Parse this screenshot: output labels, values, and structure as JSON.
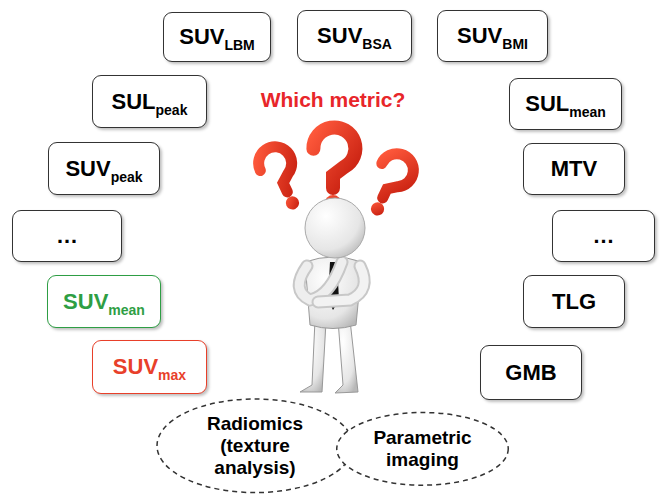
{
  "diagram": {
    "nodes": [
      {
        "text": [
          "SUV",
          "LBM"
        ]
      },
      {
        "text": [
          "SUV",
          "BSA"
        ]
      },
      {
        "text": [
          "SUV",
          "BMI"
        ]
      },
      {
        "text": [
          "SUL",
          "peak"
        ]
      },
      {
        "text": [
          "SUL",
          "mean"
        ]
      },
      {
        "text": [
          "SUV",
          "peak"
        ]
      },
      {
        "text": [
          "MTV"
        ]
      },
      {
        "text": [
          "…"
        ]
      },
      {
        "text": [
          "…"
        ]
      },
      {
        "text": [
          "SUV",
          "mean"
        ]
      },
      {
        "text": [
          "TLG"
        ]
      },
      {
        "text": [
          "SUV",
          "max"
        ]
      },
      {
        "text": [
          "GMB"
        ]
      },
      {
        "text": [
          "Radiomics (texture analysis)"
        ]
      },
      {
        "text": [
          "Parametric imaging"
        ]
      }
    ],
    "edges": [],
    "labels": [
      "Which metric?"
    ]
  }
}
